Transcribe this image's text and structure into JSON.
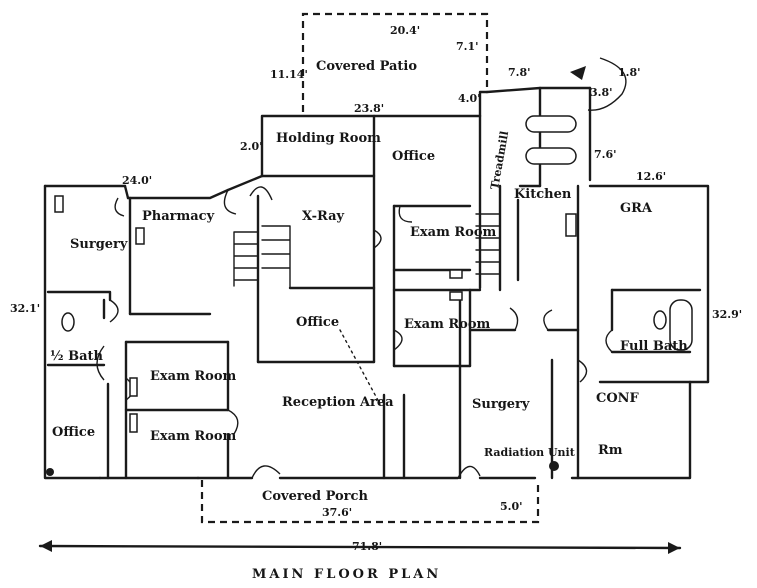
{
  "rooms": {
    "covered_patio": "Covered Patio",
    "holding_room": "Holding Room",
    "office_top": "Office",
    "pharmacy": "Pharmacy",
    "surgery_left": "Surgery",
    "xray": "X-Ray",
    "exam_room_1": "Exam Room",
    "kitchen": "Kitchen",
    "gra": "GRA",
    "half_bath": "½ Bath",
    "office_mid": "Office",
    "exam_room_2": "Exam Room",
    "full_bath": "Full Bath",
    "exam_room_3": "Exam Room",
    "exam_room_4": "Exam Room",
    "reception_area": "Reception Area",
    "surgery_right": "Surgery",
    "conf": "CONF",
    "office_left": "Office",
    "radiation_unit": "Radiation Unit",
    "rm": "Rm",
    "covered_porch": "Covered Porch",
    "treadmill": "Treadmill"
  },
  "dimensions": {
    "patio_width": "20.4'",
    "patio_right_depth": "7.1'",
    "patio_left_depth": "11.14'",
    "patio_bottom_right": "4.0'",
    "top_wall": "23.8'",
    "holding_depth": "2.0'",
    "kitchen_top": "7.8'",
    "kitchen_ne_1": "1.8'",
    "kitchen_ne_2": "3.8'",
    "kitchen_side": "7.6'",
    "pharmacy_wall": "24.0'",
    "gra_wall": "12.6'",
    "left_depth": "32.1'",
    "right_depth": "32.9'",
    "porch_width": "37.6'",
    "porch_right": "5.0'",
    "overall": "71.8'"
  },
  "title": "MAIN FLOOR PLAN"
}
